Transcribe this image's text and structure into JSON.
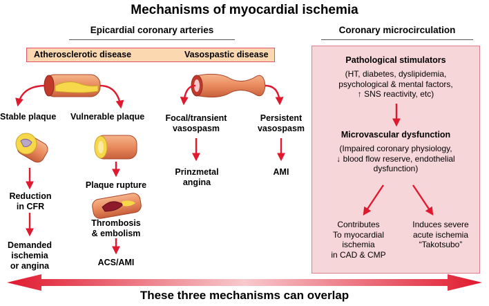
{
  "title": "Mechanisms of myocardial ischemia",
  "footer": "These three mechanisms can overlap",
  "epicardial": {
    "header": "Epicardial coronary arteries",
    "atherosclerotic": "Atherosclerotic disease",
    "vasospastic": "Vasospastic disease",
    "stable_plaque": "Stable plaque",
    "vulnerable_plaque": "Vulnerable plaque",
    "reduction_cfr": [
      "Reduction",
      "in CFR"
    ],
    "demanded_ischemia": [
      "Demanded",
      "ischemia",
      "or angina"
    ],
    "plaque_rupture": "Plaque rupture",
    "thrombosis": [
      "Thrombosis",
      "& embolism"
    ],
    "acs_ami": "ACS/AMI",
    "focal_vasospasm": [
      "Focal/transient",
      "vasospasm"
    ],
    "persistent_vasospasm": [
      "Persistent",
      "vasospasm"
    ],
    "prinzmetal": [
      "Prinzmetal",
      "angina"
    ],
    "ami": "AMI"
  },
  "microcirculation": {
    "header": "Coronary microcirculation",
    "stimulators_title": "Pathological stimulators",
    "stimulators_text": [
      "(HT, diabetes, dyslipidemia,",
      "psychological & mental factors,",
      "↑ SNS reactivity, etc)"
    ],
    "dysfunction_title": "Microvascular dysfunction",
    "dysfunction_text": [
      "(Impaired coronary physiology,",
      "↓ blood flow reserve, endothelial",
      "dysfunction)"
    ],
    "contributes": [
      "Contributes",
      "To myocardial",
      "ischemia",
      "in CAD & CMP"
    ],
    "induces": [
      "Induces severe",
      "acute ischemia",
      "“Takotsubo”"
    ]
  },
  "colors": {
    "arrow": "#e0192e",
    "band_fill": "#fcd8b0",
    "band_border": "#e3506a",
    "panel_fill": "#f7d6da",
    "panel_border": "#e27c8a"
  }
}
